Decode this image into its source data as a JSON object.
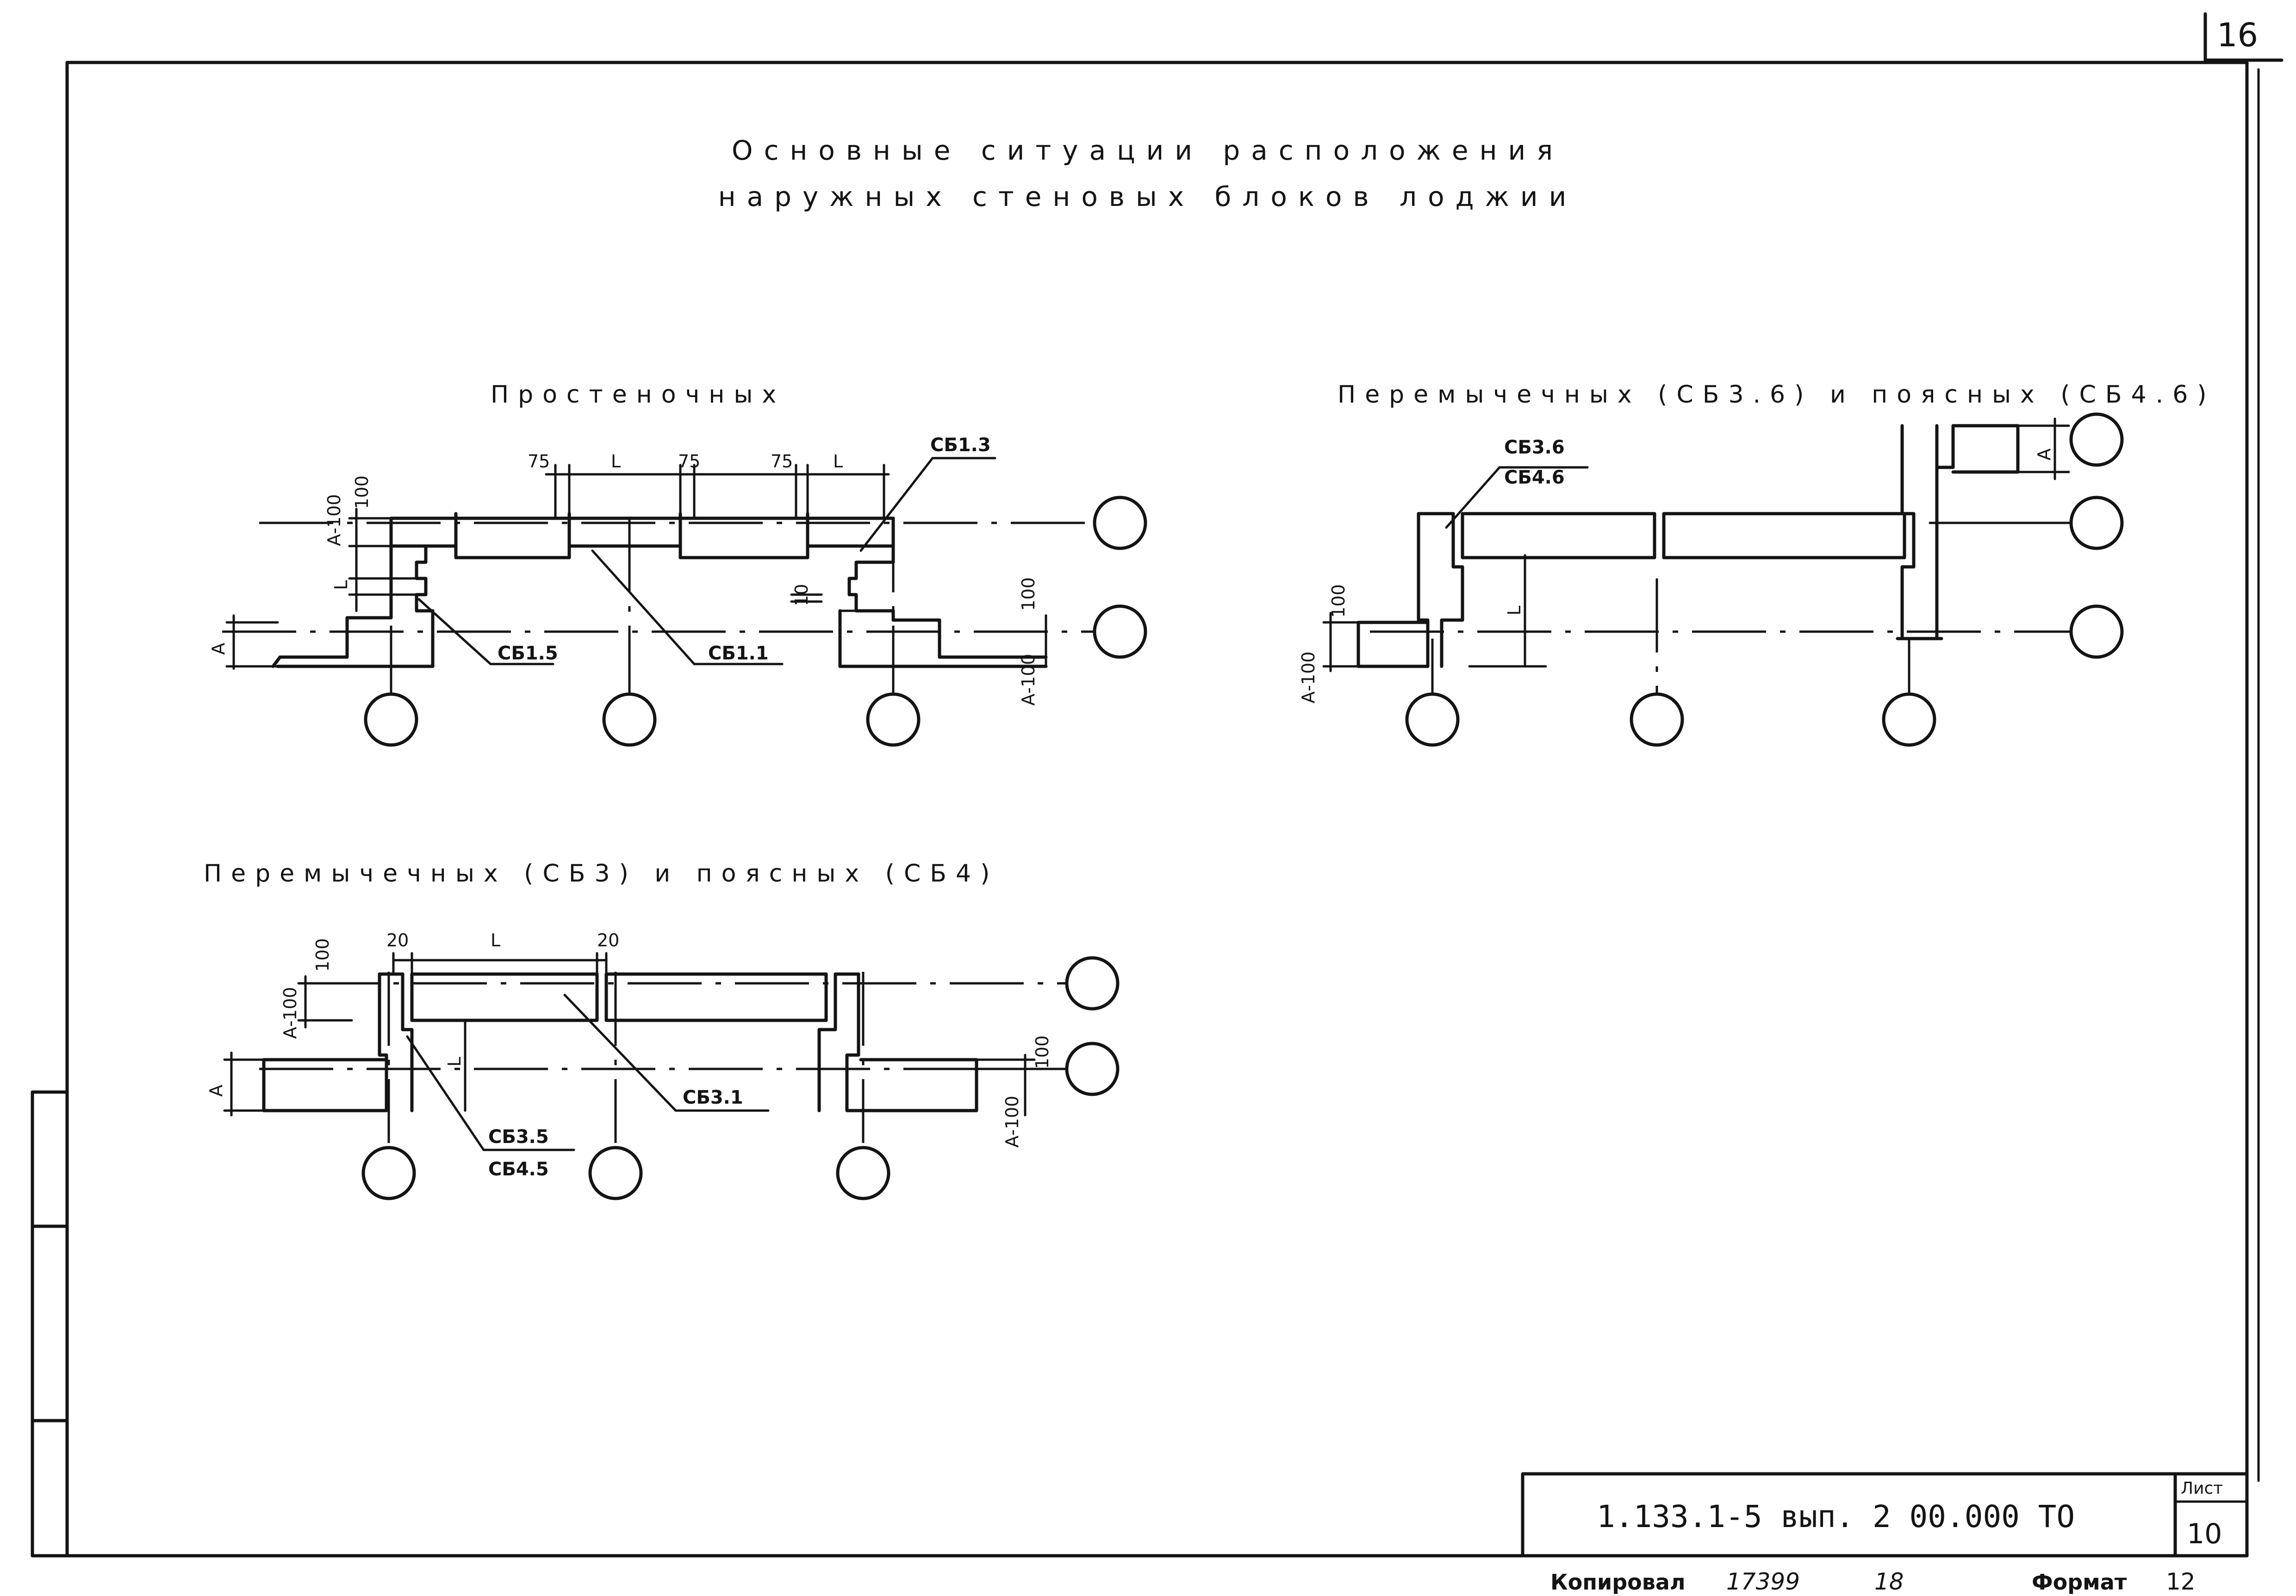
{
  "page_number": "16",
  "title": {
    "line1": "Основные ситуации расположения",
    "line2": "наружных стеновых блоков лоджии"
  },
  "sections": {
    "prostenochnye": {
      "heading": "Простеночных",
      "labels": {
        "sb13": "СБ1.3",
        "sb15": "СБ1.5",
        "sb11": "СБ1.1"
      },
      "dims": {
        "d75": "75",
        "L": "L",
        "a100": "А-100",
        "d100": "100",
        "d10": "10",
        "A": "А"
      }
    },
    "peremychechnye_sb36": {
      "heading": "Перемычечных (СБ3.6) и поясных (СБ4.6)",
      "labels": {
        "sb36": "СБ3.6",
        "sb46": "СБ4.6"
      },
      "dims": {
        "A": "А",
        "L": "L",
        "d100": "100",
        "a100": "А-100"
      }
    },
    "peremychechnye_sb3": {
      "heading": "Перемычечных (СБ3) и поясных (СБ4)",
      "labels": {
        "sb35": "СБ3.5",
        "sb45": "СБ4.5",
        "sb31": "СБ3.1"
      },
      "dims": {
        "d20": "20",
        "L": "L",
        "d100": "100",
        "a100": "А-100",
        "A": "А"
      }
    }
  },
  "title_block": {
    "code": "1.133.1-5 вып. 2 00.000 ТО",
    "sheet_label": "Лист",
    "sheet_number": "10"
  },
  "footer": {
    "copied_label": "Копировал",
    "copied_number": "17399",
    "copied_extra": "18",
    "format_label": "Формат",
    "format_value": "12"
  }
}
